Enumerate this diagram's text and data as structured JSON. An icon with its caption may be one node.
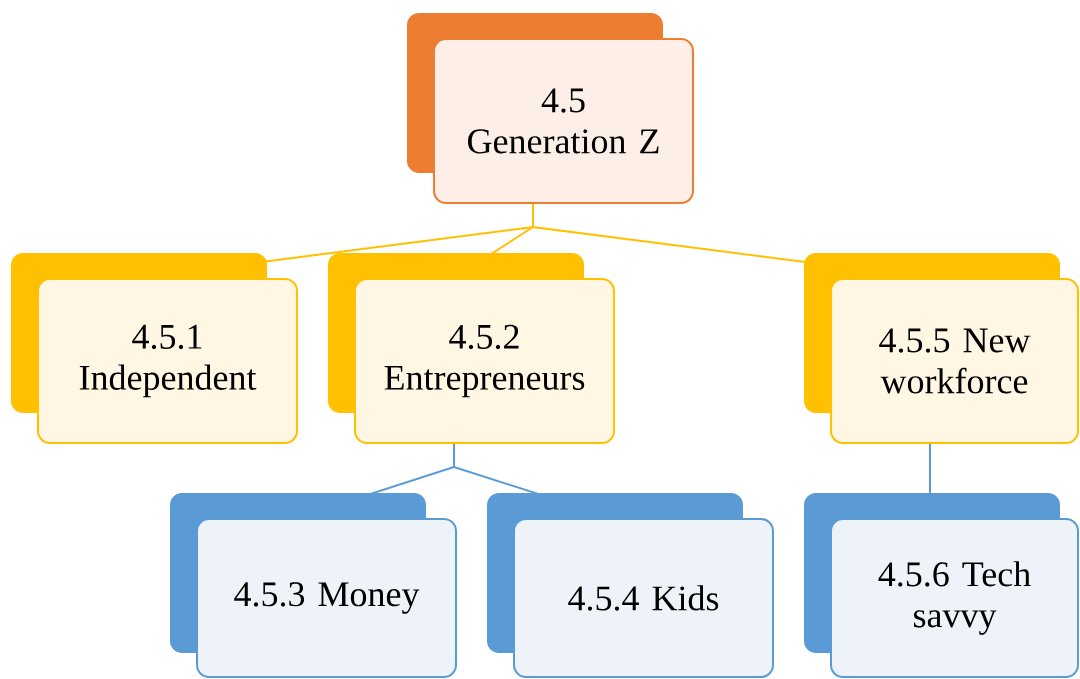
{
  "diagram": {
    "nodes": [
      {
        "text": [
          "4.5 Generation Z"
        ]
      },
      {
        "text": [
          "4.5.1 Independent"
        ]
      },
      {
        "text": [
          "4.5.2 Entrepreneurs"
        ]
      },
      {
        "text": [
          "4.5.5 New workforce"
        ]
      },
      {
        "text": [
          "4.5.3 Money"
        ]
      },
      {
        "text": [
          "4.5.4 Kids"
        ]
      },
      {
        "text": [
          "4.5.6 Tech savvy"
        ]
      }
    ],
    "edges": [
      {
        "from": 0,
        "to": 1,
        "arrow": "none"
      },
      {
        "from": 0,
        "to": 2,
        "arrow": "none"
      },
      {
        "from": 0,
        "to": 3,
        "arrow": "none"
      },
      {
        "from": 2,
        "to": 4,
        "arrow": "none",
        "color": "#5b9bd5"
      },
      {
        "from": 2,
        "to": 5,
        "arrow": "none",
        "color": "#5b9bd5"
      },
      {
        "from": 3,
        "to": 6,
        "arrow": "none",
        "color": "#5b9bd5"
      }
    ]
  }
}
